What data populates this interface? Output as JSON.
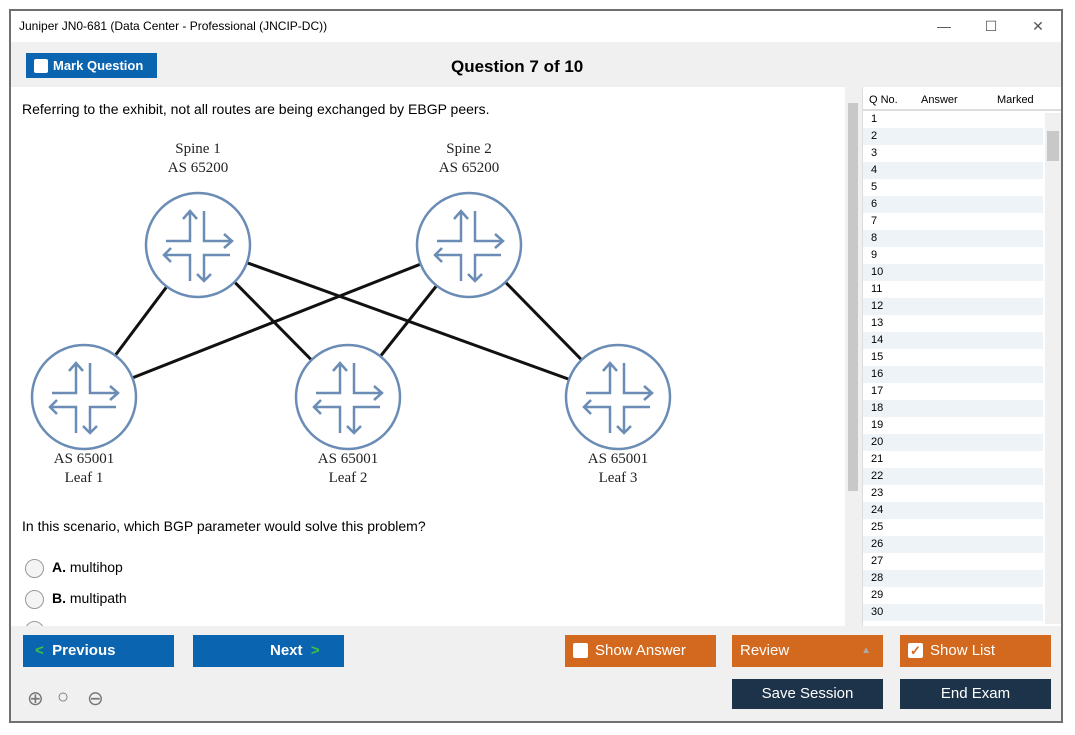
{
  "window": {
    "title": "Juniper JN0-681 (Data Center - Professional (JNCIP-DC))",
    "minimize": "—",
    "maximize": "☐",
    "close": "✕"
  },
  "toolbar": {
    "mark_label": "Mark Question",
    "question_counter": "Question 7 of 10"
  },
  "question": {
    "intro": "Referring to the exhibit, not all routes are being exchanged by EBGP peers.",
    "prompt": "In this scenario, which BGP parameter would solve this problem?",
    "options": [
      {
        "letter": "A.",
        "text": "multihop"
      },
      {
        "letter": "B.",
        "text": "multipath"
      }
    ]
  },
  "exhibit": {
    "nodes": [
      {
        "name": "Spine 1",
        "as": "AS 65200"
      },
      {
        "name": "Spine 2",
        "as": "AS 65200"
      },
      {
        "name": "Leaf 1",
        "as": "AS 65001"
      },
      {
        "name": "Leaf 2",
        "as": "AS 65001"
      },
      {
        "name": "Leaf 3",
        "as": "AS 65001"
      }
    ]
  },
  "list": {
    "headers": {
      "qno": "Q No.",
      "answer": "Answer",
      "marked": "Marked"
    },
    "rows": [
      "1",
      "2",
      "3",
      "4",
      "5",
      "6",
      "7",
      "8",
      "9",
      "10",
      "11",
      "12",
      "13",
      "14",
      "15",
      "16",
      "17",
      "18",
      "19",
      "20",
      "21",
      "22",
      "23",
      "24",
      "25",
      "26",
      "27",
      "28",
      "29",
      "30"
    ]
  },
  "buttons": {
    "previous": "Previous",
    "next": "Next",
    "show_answer": "Show Answer",
    "review": "Review",
    "show_list": "Show List",
    "save_session": "Save Session",
    "end_exam": "End Exam"
  },
  "colors": {
    "blue": "#0b64b0",
    "orange": "#d2691e",
    "dark": "#1c3349",
    "router_stroke": "#6a8cb5"
  }
}
